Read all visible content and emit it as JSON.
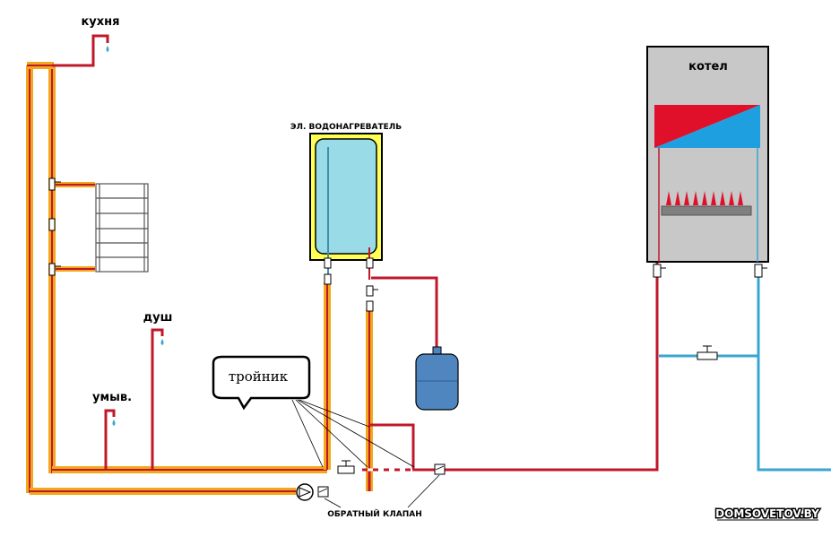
{
  "labels": {
    "kitchen": "кухня",
    "heater": "ЭЛ. ВОДОНАГРЕВАТЕЛЬ",
    "boiler": "котел",
    "shower": "душ",
    "sink": "умыв.",
    "tee": "тройник",
    "check_valve": "ОБРАТНЫЙ КЛАПАН"
  },
  "watermark": "DOMSOVETOV.BY",
  "colors": {
    "hot_pipe": "#c0182a",
    "insulation": "#f2a81c",
    "cold_pipe": "#3aa6d0",
    "tank": "#99dbe6",
    "tank_frame": "#ffff55",
    "boiler_body": "#c8c8c8",
    "expansion_tank": "#4f86c0"
  }
}
